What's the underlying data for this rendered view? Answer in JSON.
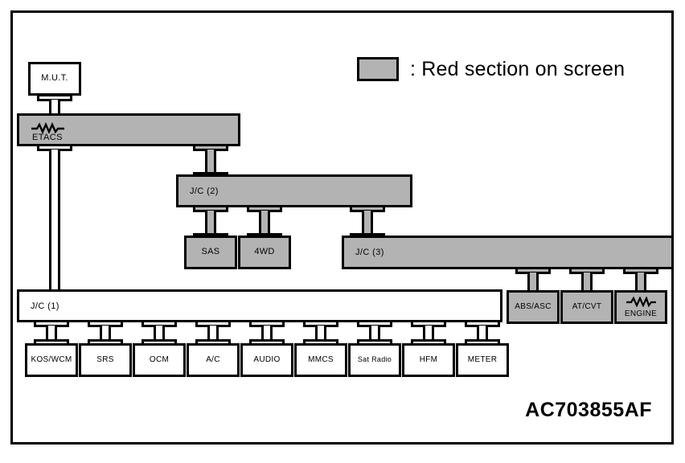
{
  "diagram": {
    "code": "AC703855AF",
    "legend": {
      "swatch_color": "#b3b3b3",
      "text": ": Red section on screen"
    },
    "colors": {
      "highlight": "#b3b3b3",
      "plain": "#ffffff",
      "line": "#000000"
    },
    "nodes": {
      "mut": {
        "label": "M.U.T.",
        "fill": "plain"
      },
      "etacs": {
        "label": "ETACS",
        "fill": "highlight",
        "icon": "resistor-icon"
      },
      "jc2": {
        "label": "J/C (2)",
        "fill": "highlight"
      },
      "sas": {
        "label": "SAS",
        "fill": "highlight"
      },
      "fwd": {
        "label": "4WD",
        "fill": "highlight"
      },
      "jc3": {
        "label": "J/C (3)",
        "fill": "highlight"
      },
      "jc1": {
        "label": "J/C (1)",
        "fill": "plain"
      },
      "abs_asc": {
        "label": "ABS/ASC",
        "fill": "highlight"
      },
      "at_cvt": {
        "label": "AT/CVT",
        "fill": "highlight"
      },
      "engine": {
        "label": "ENGINE",
        "fill": "highlight",
        "icon": "resistor-icon"
      }
    },
    "bottom_row": [
      {
        "label": "KOS/WCM",
        "fill": "plain"
      },
      {
        "label": "SRS",
        "fill": "plain"
      },
      {
        "label": "OCM",
        "fill": "plain"
      },
      {
        "label": "A/C",
        "fill": "plain"
      },
      {
        "label": "AUDIO",
        "fill": "plain"
      },
      {
        "label": "MMCS",
        "fill": "plain"
      },
      {
        "label": "Sat Radio",
        "fill": "plain"
      },
      {
        "label": "HFM",
        "fill": "plain"
      },
      {
        "label": "METER",
        "fill": "plain"
      }
    ]
  }
}
